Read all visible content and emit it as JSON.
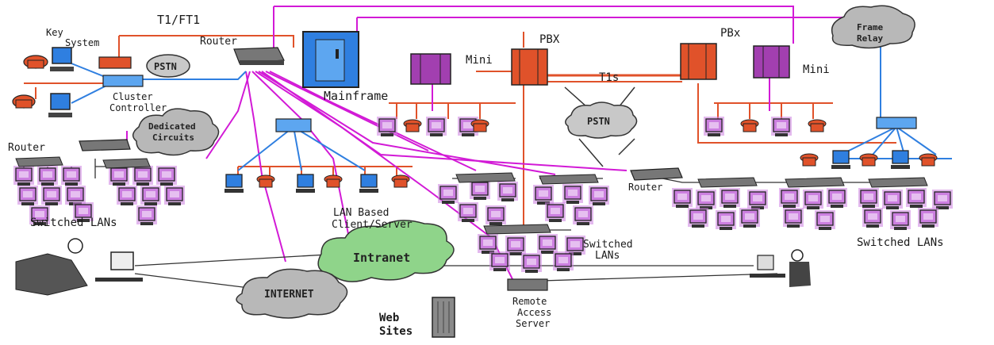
{
  "labels": {
    "key_system_1": "Key",
    "key_system_2": "System",
    "t1": "T1/FT1",
    "router_top": "Router",
    "pstn_small": "PSTN",
    "mini_left": "Mini",
    "pbx_left": "PBX",
    "pbx_right": "PBx",
    "mini_right": "Mini",
    "frame_relay_1": "Frame",
    "frame_relay_2": "Relay",
    "cluster_1": "Cluster",
    "cluster_2": "Controller",
    "mainframe": "Mainframe",
    "t1s": "T1s",
    "pstn_mid": "PSTN",
    "dedicated_1": "Dedicated",
    "dedicated_2": "Circuits",
    "router_left": "Router",
    "router_right": "Router",
    "switched_lans_left": "Switched LANs",
    "lan_based_1": "LAN Based",
    "lan_based_2": "Client/Server",
    "switched_lans_mid_1": "Switched",
    "switched_lans_mid_2": "LANs",
    "switched_lans_right": "Switched LANs",
    "intranet": "Intranet",
    "internet": "INTERNET",
    "web_sites_1": "Web",
    "web_sites_2": "Sites",
    "remote_1": "Remote",
    "remote_2": "Access",
    "remote_3": "Server"
  },
  "colors": {
    "orange": "#e0522a",
    "magenta": "#d21ad6",
    "blue": "#2f7fe0",
    "purple": "#a23fb0",
    "monitor_fill": "#cc7fe0",
    "green": "#8fd48a",
    "gray_cloud": "#b8b8b8"
  }
}
